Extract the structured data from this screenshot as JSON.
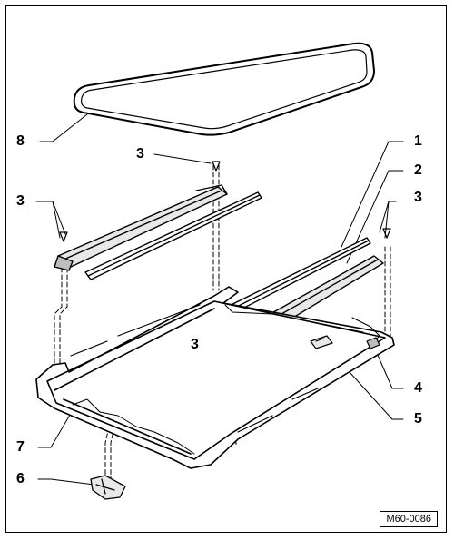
{
  "callouts": {
    "c1": "1",
    "c2": "2",
    "c3_top": "3",
    "c3_left": "3",
    "c3_right": "3",
    "c3_mid": "3",
    "c4": "4",
    "c5": "5",
    "c6": "6",
    "c7": "7",
    "c8": "8"
  },
  "figure_id": "M60-0086",
  "colors": {
    "ink": "#000000",
    "paper": "#ffffff",
    "fill_light": "#e8e8e8",
    "fill_mid": "#bdbdbd"
  }
}
